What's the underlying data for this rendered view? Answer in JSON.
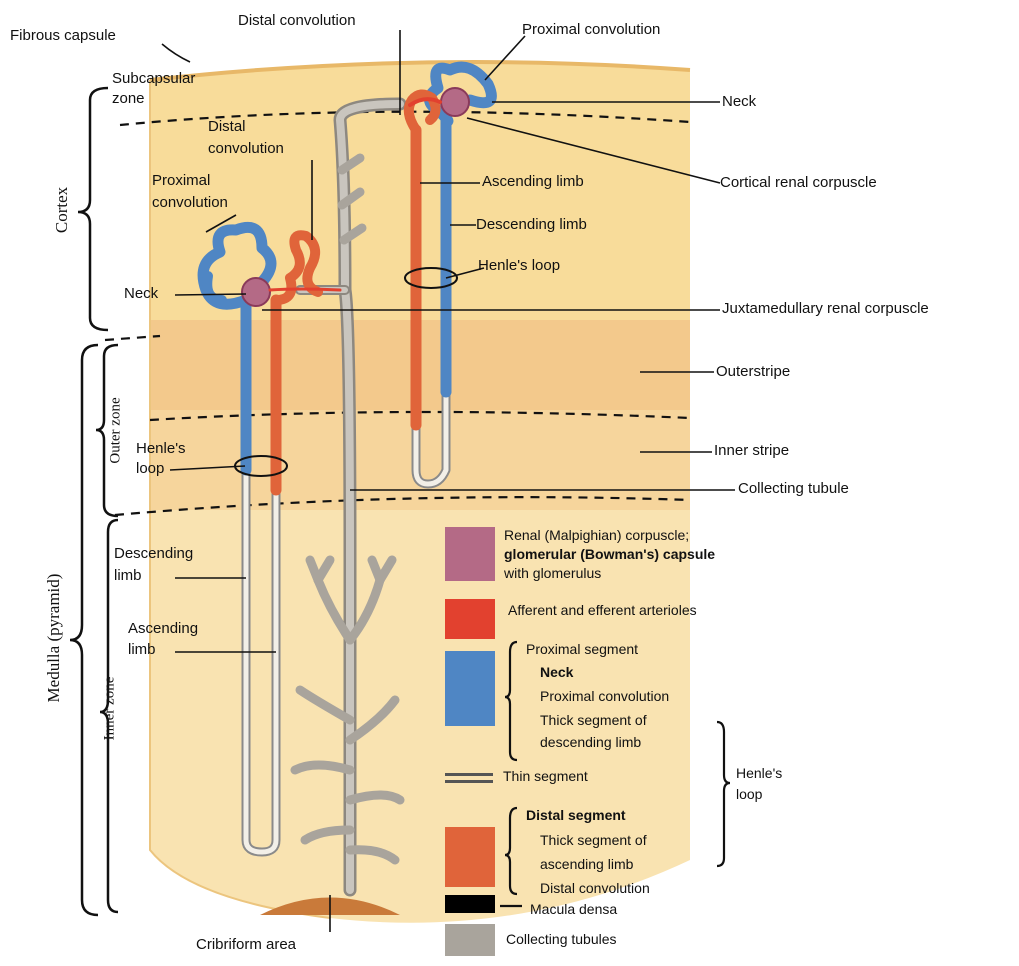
{
  "labels": {
    "fibrous_capsule": "Fibrous capsule",
    "distal_convolution_top": "Distal convolution",
    "proximal_convolution_top": "Proximal convolution",
    "subcapsular_zone_1": "Subcapsular",
    "subcapsular_zone_2": "zone",
    "neck_right": "Neck",
    "distal_convolution_left_1": "Distal",
    "distal_convolution_left_2": "convolution",
    "cortical_renal_corpuscle": "Cortical renal corpuscle",
    "proximal_convolution_left_1": "Proximal",
    "proximal_convolution_left_2": "convolution",
    "ascending_limb_right": "Ascending limb",
    "descending_limb_right": "Descending limb",
    "henles_loop_right": "Henle's loop",
    "neck_left": "Neck",
    "juxtamedullary_renal_corpuscle": "Juxtamedullary renal corpuscle",
    "outer_stripe": "Outerstripe",
    "inner_stripe": "Inner stripe",
    "henles_loop_left_1": "Henle's",
    "henles_loop_left_2": "loop",
    "collecting_tubule": "Collecting tubule",
    "descending_limb_left_1": "Descending",
    "descending_limb_left_2": "limb",
    "ascending_limb_left_1": "Ascending",
    "ascending_limb_left_2": "limb",
    "cribriform_area": "Cribriform area"
  },
  "zones": {
    "cortex": "Cortex",
    "outer_zone": "Outer zone",
    "medulla": "Medulla (pyramid)",
    "inner_zone": "Inner zone"
  },
  "key": {
    "renal_corpuscle_1": "Renal (Malpighian) corpuscle;",
    "renal_corpuscle_2": "glomerular (Bowman's) capsule",
    "renal_corpuscle_3": "with glomerulus",
    "arterioles": "Afferent and efferent arterioles",
    "proximal_segment": "Proximal segment",
    "neck": "Neck",
    "proximal_convolution": "Proximal convolution",
    "thick_desc_1": "Thick segment of",
    "thick_desc_2": "descending limb",
    "thin_segment": "Thin segment",
    "henles_loop_1": "Henle's",
    "henles_loop_2": "loop",
    "distal_segment": "Distal segment",
    "thick_asc_1": "Thick segment of",
    "thick_asc_2": "ascending limb",
    "distal_convolution": "Distal convolution",
    "macula_densa": "Macula densa",
    "collecting_tubules": "Collecting tubules"
  },
  "colors": {
    "cortex": "#f8dc9a",
    "outer_medulla": "#f3c98c",
    "inner_medulla": "#f8e2ad",
    "capsule_edge": "#e8b868",
    "corpuscle": "#b46a86",
    "arteriole": "#e2412f",
    "proximal": "#4f86c4",
    "distal": "#e0643a",
    "collecting": "#a9a49c",
    "macula_densa": "#000000"
  }
}
